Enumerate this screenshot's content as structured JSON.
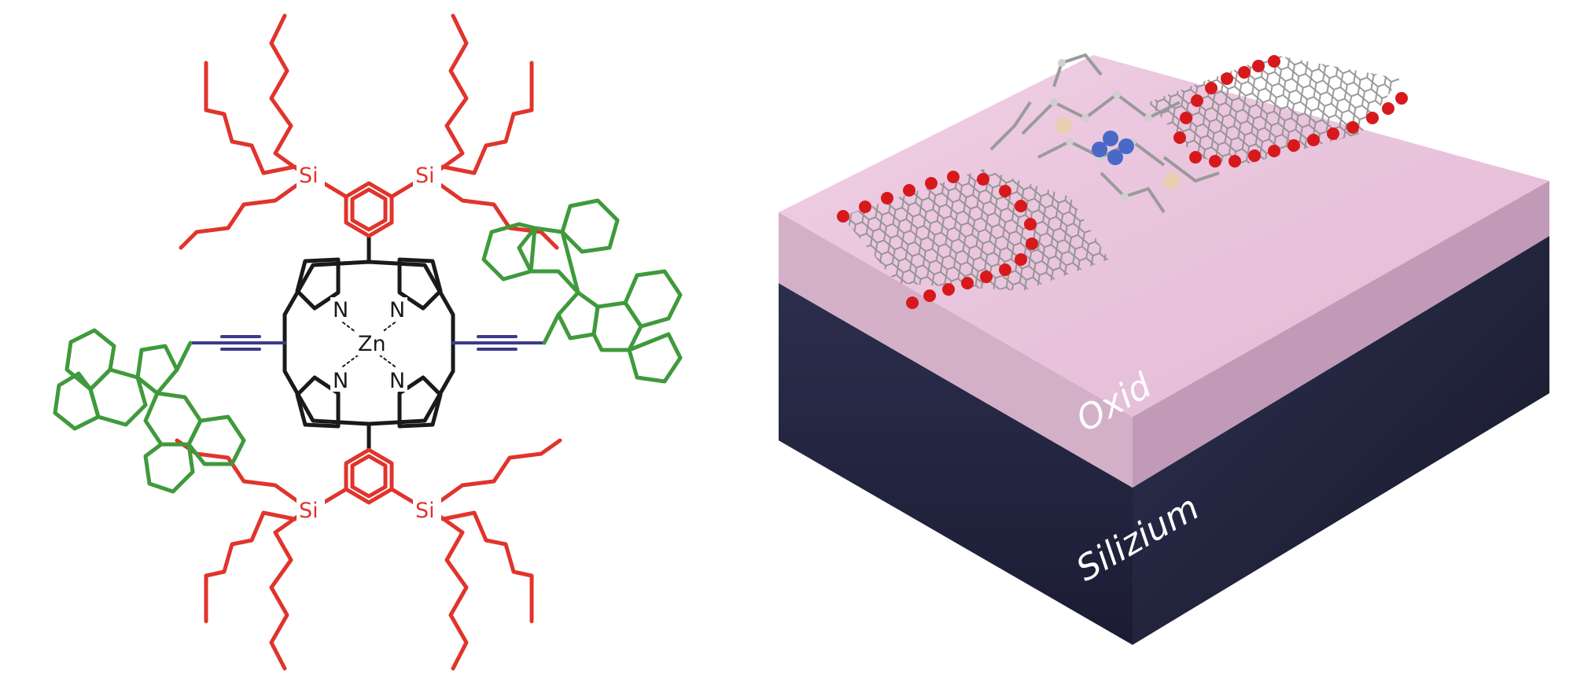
{
  "molecule": {
    "metal": "Zn",
    "nitrogen": "N",
    "silicon": "Si",
    "colors": {
      "core": "#1a1a1a",
      "silyl_arms": "#e0342c",
      "tripticene_anchors": "#3f9a3c",
      "alkyne_linkers": "#3b3a8c"
    }
  },
  "device": {
    "oxide_label": "Oxid",
    "silicon_label": "Silizium",
    "colors": {
      "oxide": "#e9c7dd",
      "silicon": "#232541",
      "graphene": "#8d8d8d",
      "edge_atoms": "#d7191c"
    }
  }
}
